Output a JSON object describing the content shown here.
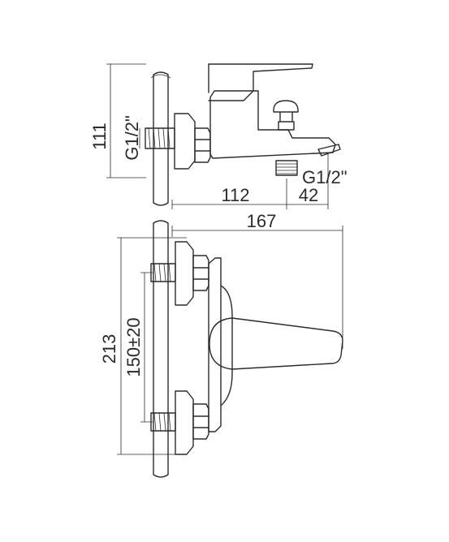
{
  "drawing": {
    "side_view": {
      "height_label": "111",
      "inlet_thread_label": "G1/2\"",
      "outlet_thread_label": "G1/2\"",
      "wall_to_outlet_label": "112",
      "outlet_to_tip_label": "42"
    },
    "front_view": {
      "total_depth_label": "167",
      "total_height_label": "213",
      "inlet_spacing_label": "150±20"
    }
  }
}
